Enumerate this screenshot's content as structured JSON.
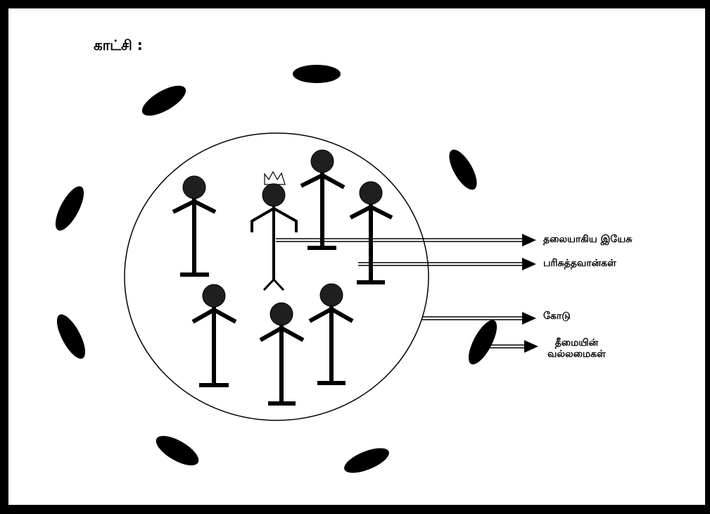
{
  "title": "காட்சி :",
  "labels": {
    "head": "தலையாகிய இயேசு",
    "saints": "பரிசுத்தவான்கள்",
    "boundary": "கோடு",
    "evil_line1": "தீமையின்",
    "evil_line2": "வல்லமைகள்"
  },
  "colors": {
    "figure": "#1f1f1f",
    "ink": "#000000",
    "background": "#ffffff"
  }
}
